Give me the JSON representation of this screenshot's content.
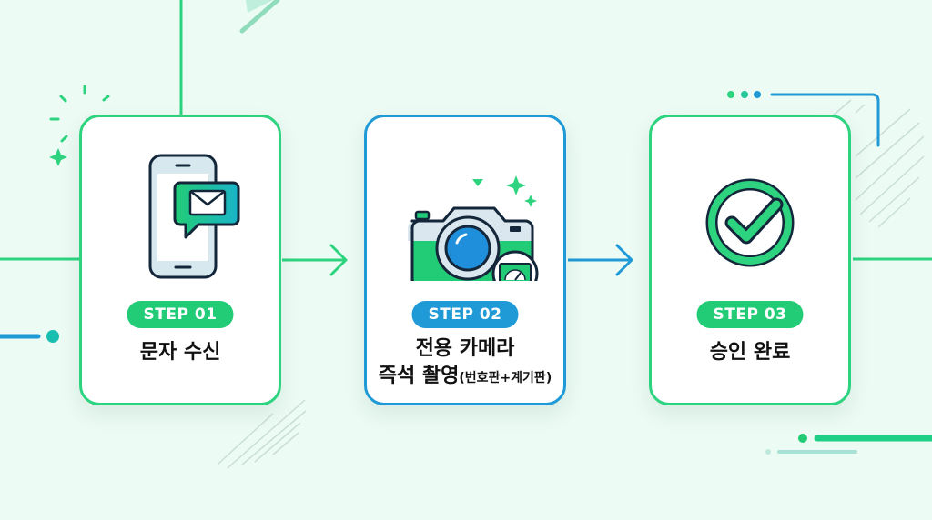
{
  "colors": {
    "background": "#ecfbf4",
    "green": "#2dd37f",
    "blue": "#1f9ad6",
    "text": "#111111"
  },
  "steps": [
    {
      "badge": "STEP 01",
      "title_line1": "문자 수신",
      "icon": "phone-message-icon",
      "accent": "green"
    },
    {
      "badge": "STEP 02",
      "title_line1": "전용 카메라",
      "title_line2": "즉석 촬영",
      "title_line2_suffix": "(번호판+계기판)",
      "icon": "camera-dashboard-icon",
      "accent": "blue"
    },
    {
      "badge": "STEP 03",
      "title_line1": "승인 완료",
      "icon": "check-circle-icon",
      "accent": "green"
    }
  ],
  "connectors": [
    "arrow-right-icon",
    "arrow-right-icon"
  ]
}
